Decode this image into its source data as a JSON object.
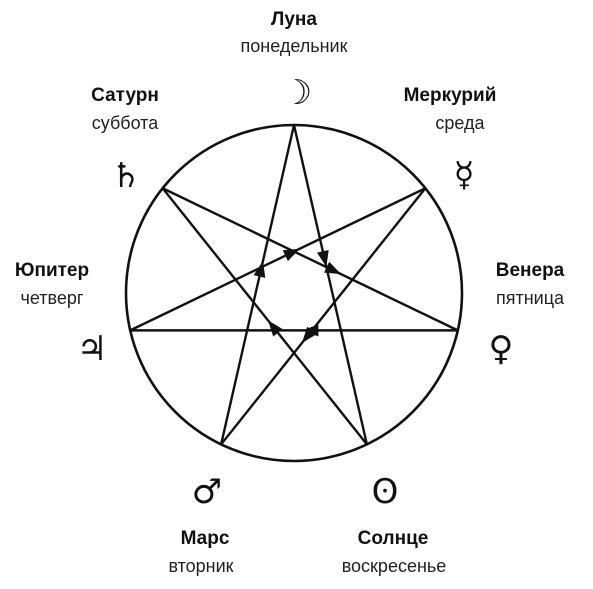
{
  "planets": [
    {
      "name": "Луна",
      "day": "понедельник",
      "symbol": "☽"
    },
    {
      "name": "Меркурий",
      "day": "среда",
      "symbol": "☿"
    },
    {
      "name": "Венера",
      "day": "пятница",
      "symbol": "♀"
    },
    {
      "name": "Солнце",
      "day": "воскресенье",
      "symbol": "ʘ"
    },
    {
      "name": "Марс",
      "day": "вторник",
      "symbol": "♂"
    },
    {
      "name": "Юпитер",
      "day": "четверг",
      "symbol": "♃"
    },
    {
      "name": "Сатурн",
      "day": "суббота",
      "symbol": "♄"
    }
  ],
  "colors": {
    "ink": "#111111",
    "background": "#ffffff"
  }
}
